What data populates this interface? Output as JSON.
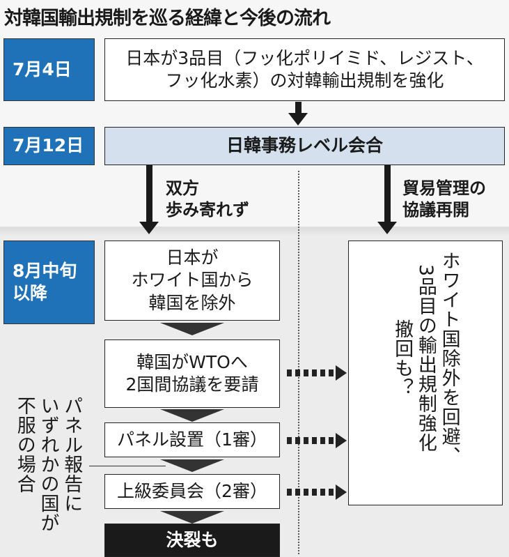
{
  "title": "対韓国輸出規制を巡る経緯と今後の流れ",
  "rows": [
    {
      "date": "7月4日",
      "text_lines": [
        "日本が3品目（フッ化ポリイミド、レジスト、",
        "フッ化水素）の対韓輸出規制を強化"
      ]
    },
    {
      "date": "7月12日",
      "text": "日韓事務レベル会合"
    },
    {
      "date_lines": [
        "8月中旬",
        "以降"
      ]
    }
  ],
  "branches": {
    "left": [
      "双方",
      "歩み寄れず"
    ],
    "right": [
      "貿易管理の",
      "協議再開"
    ]
  },
  "flow": [
    {
      "lines": [
        "日本が",
        "ホワイト国から",
        "韓国を除外"
      ]
    },
    {
      "lines": [
        "韓国がWTOへ",
        "2国間協議を要請"
      ]
    },
    {
      "lines": [
        "パネル設置（1審）"
      ]
    },
    {
      "lines": [
        "上級委員会（2審）"
      ]
    },
    {
      "lines": [
        "決裂も"
      ]
    }
  ],
  "side_note": [
    "パネル報告に",
    "いずれかの国が",
    "不服の場合"
  ],
  "right_box": [
    "ホワイト国除外を回避、",
    "3品目の輸出規制強化",
    "撤回も？"
  ],
  "colors": {
    "date_bg": "#1f72b8",
    "meeting_bg": "#d5e0ef",
    "final_bg": "#1a1a1a"
  }
}
